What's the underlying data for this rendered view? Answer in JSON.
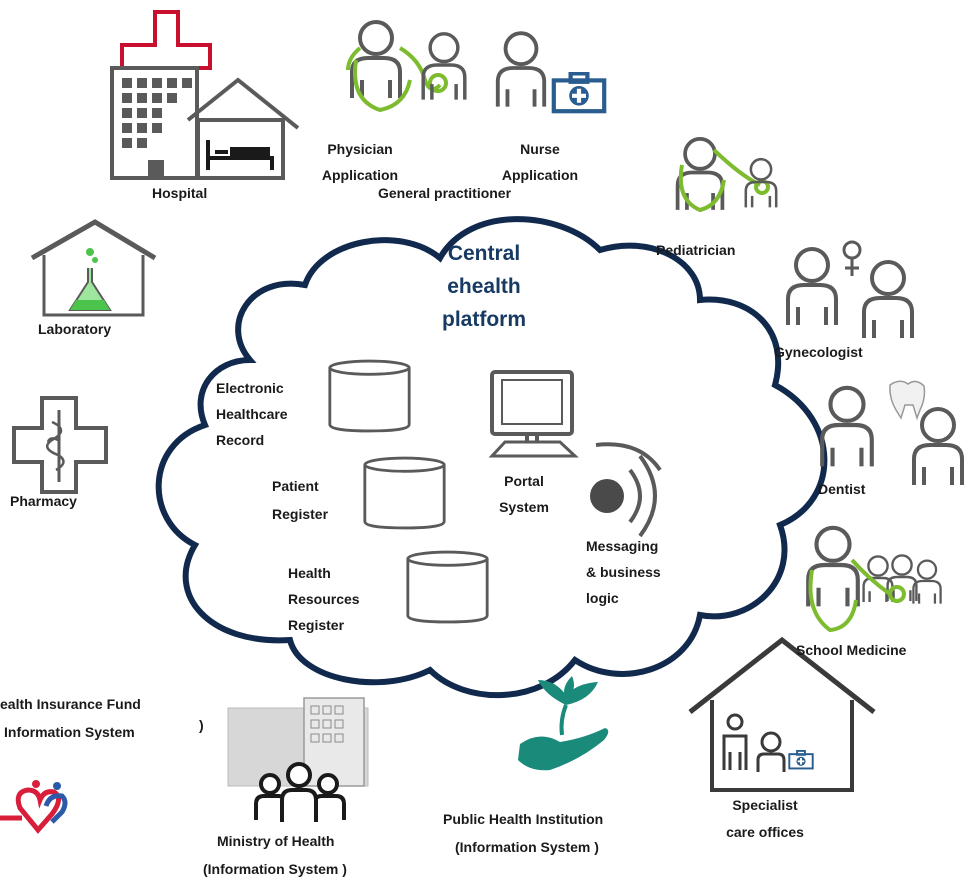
{
  "colors": {
    "cloud_outline": "#10294d",
    "center_title": "#173a63",
    "icon_gray": "#5a5a5a",
    "stethoscope_green": "#7dbb2f",
    "hospital_cross_red": "#c8102e",
    "lab_liquid_green": "#4cc44c",
    "medkit_blue": "#2a5d8f",
    "public_health_teal": "#1a8a7a",
    "logo_red": "#d81e3a",
    "logo_blue": "#2c5aa8"
  },
  "center": {
    "title_lines": [
      "Central",
      "ehealth",
      "platform"
    ]
  },
  "inside": {
    "ehr_lines": [
      "Electronic",
      "Healthcare",
      "Record"
    ],
    "patient_lines": [
      "Patient",
      "Register"
    ],
    "resources_lines": [
      "Health",
      "Resources",
      "Register"
    ],
    "portal_lines": [
      "Portal",
      "System"
    ],
    "messaging_lines": [
      "Messaging",
      "&  business",
      "logic"
    ]
  },
  "outside": {
    "hospital": "Hospital",
    "physician_lines": [
      "Physician",
      "Application"
    ],
    "nurse_lines": [
      "Nurse",
      "Application"
    ],
    "general_practitioner": "General practitioner",
    "pediatrician": "Pediatrician",
    "gynecologist": "Gynecologist",
    "dentist": "Dentist",
    "school_medicine": "School Medicine",
    "specialist_lines": [
      "Specialist",
      "care offices"
    ],
    "public_health_lines": [
      "Public Health Institution",
      "(Information System          )"
    ],
    "ministry_lines": [
      "Ministry of Health",
      "(Information System          )"
    ],
    "insurance_lines": [
      "ealth Insurance Fund",
      "Information System"
    ],
    "insurance_paren": ")",
    "laboratory": "Laboratory",
    "pharmacy": "Pharmacy"
  },
  "icons": {
    "hospital": "hospital-building-icon",
    "physician": "physician-stethoscope-icon",
    "nurse": "nurse-medkit-icon",
    "pediatrician": "pediatrician-icon",
    "gynecologist": "gynecologist-female-symbol-icon",
    "dentist": "dentist-tooth-icon",
    "school_medicine": "school-medicine-icon",
    "specialist": "specialist-house-icon",
    "public_health": "plant-in-hand-icon",
    "ministry": "ministry-building-people-icon",
    "logo": "hearts-logo-icon",
    "laboratory": "laboratory-flask-icon",
    "pharmacy": "pharmacy-cross-icon",
    "database": "database-cylinder-icon",
    "portal": "computer-monitor-icon",
    "messaging": "broadcast-signal-icon"
  }
}
